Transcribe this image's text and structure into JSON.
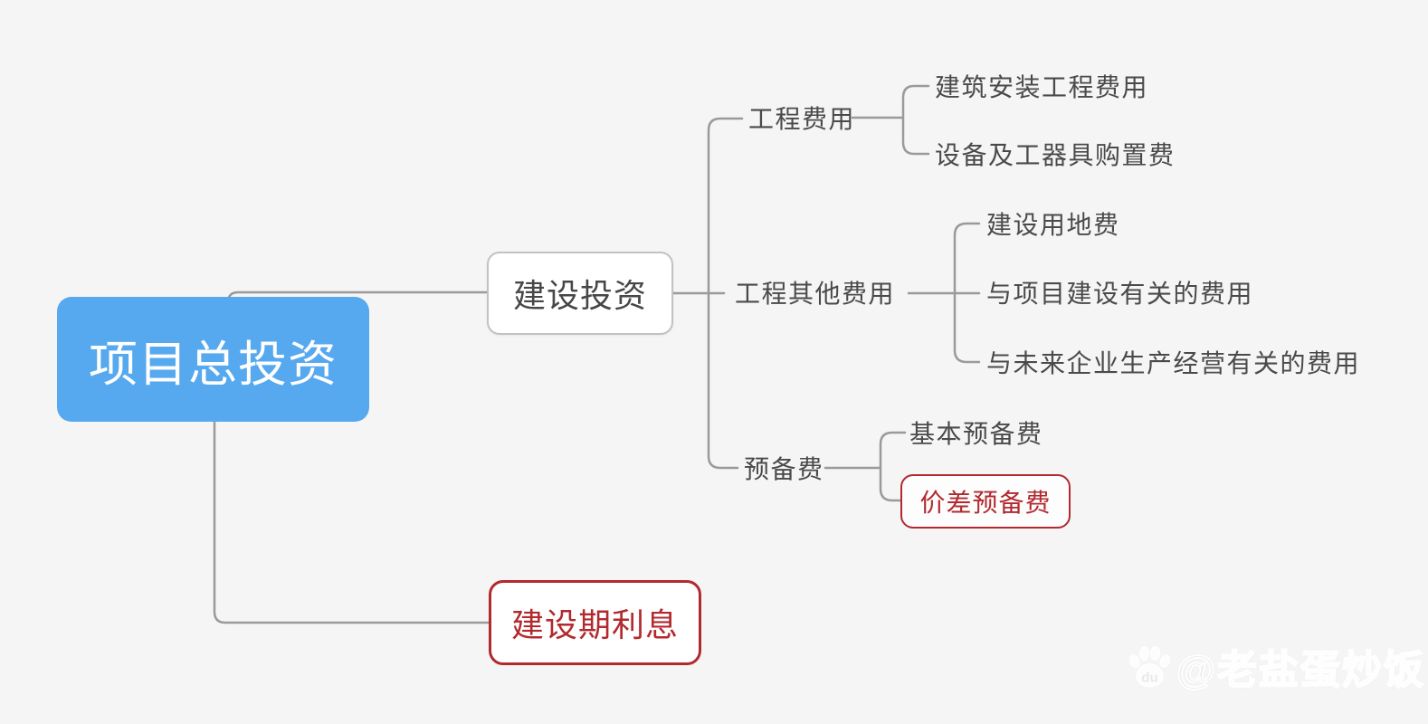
{
  "colors": {
    "background": "#f5f5f6",
    "root_fill": "#57a9ef",
    "node_border_gray": "#c2c2c2",
    "accent_red": "#b2292e",
    "text_dark": "#4a4a4a",
    "connector_gray": "#9a9a9a",
    "watermark_white": "#fbfbfb"
  },
  "mindmap": {
    "root": {
      "label": "项目总投资"
    },
    "construction_investment": {
      "label": "建设投资"
    },
    "construction_interest": {
      "label": "建设期利息"
    },
    "branches": [
      {
        "label": "工程费用",
        "children": [
          "建筑安装工程费用",
          "设备及工器具购置费"
        ]
      },
      {
        "label": "工程其他费用",
        "children": [
          "建设用地费",
          "与项目建设有关的费用",
          "与未来企业生产经营有关的费用"
        ]
      },
      {
        "label": "预备费",
        "children": [
          "基本预备费",
          "价差预备费"
        ]
      }
    ]
  },
  "watermark": {
    "icon": "paw-print-icon",
    "icon_text": "du",
    "handle": "@老盐蛋炒饭"
  }
}
